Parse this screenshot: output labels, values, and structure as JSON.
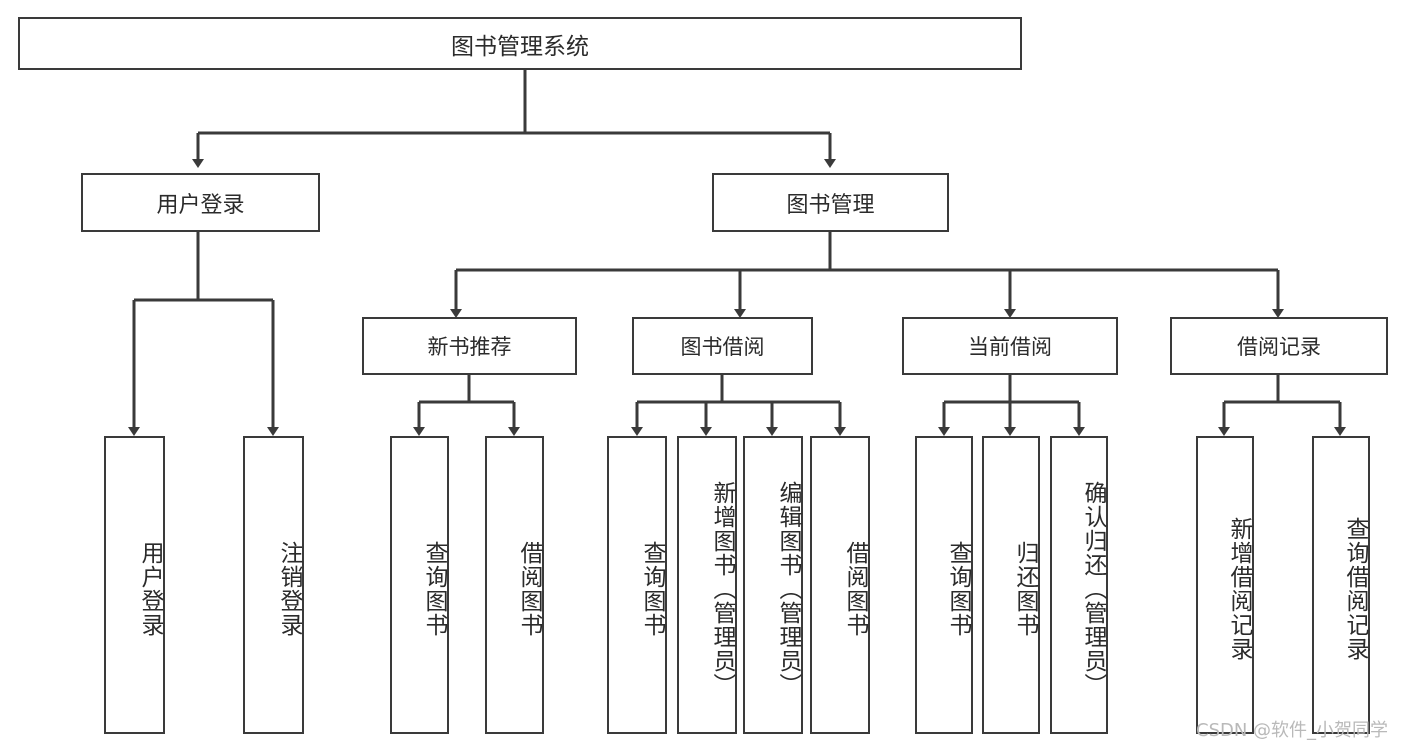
{
  "diagram": {
    "title": "图书管理系统",
    "type": "tree",
    "background": "#ffffff",
    "line_color": "#3a3a3a",
    "text_color": "#2b2b2b",
    "nodes": {
      "root": {
        "label": "图书管理系统"
      },
      "level1": [
        {
          "id": "user-login",
          "label": "用户登录"
        },
        {
          "id": "book-manage",
          "label": "图书管理"
        }
      ],
      "level2": [
        {
          "id": "new-book-recommend",
          "label": "新书推荐"
        },
        {
          "id": "book-borrow",
          "label": "图书借阅"
        },
        {
          "id": "current-borrow",
          "label": "当前借阅"
        },
        {
          "id": "borrow-record",
          "label": "借阅记录"
        }
      ],
      "leaves": {
        "user_login": [
          {
            "id": "leaf-user-login",
            "label": "用户登录"
          },
          {
            "id": "leaf-logout-login",
            "label": "注销登录"
          }
        ],
        "new_book_recommend": [
          {
            "id": "leaf-query-book-1",
            "label": "查询图书"
          },
          {
            "id": "leaf-borrow-book-1",
            "label": "借阅图书"
          }
        ],
        "book_borrow": [
          {
            "id": "leaf-query-book-2",
            "label": "查询图书"
          },
          {
            "id": "leaf-add-book-admin",
            "label": "新增图书（管理员）"
          },
          {
            "id": "leaf-edit-book-admin",
            "label": "编辑图书（管理员）"
          },
          {
            "id": "leaf-borrow-book-2",
            "label": "借阅图书"
          }
        ],
        "current_borrow": [
          {
            "id": "leaf-query-book-3",
            "label": "查询图书"
          },
          {
            "id": "leaf-return-book",
            "label": "归还图书"
          },
          {
            "id": "leaf-confirm-return-admin",
            "label": "确认归还（管理员）"
          }
        ],
        "borrow_record": [
          {
            "id": "leaf-add-borrow-record",
            "label": "新增借阅记录"
          },
          {
            "id": "leaf-query-borrow-record",
            "label": "查询借阅记录"
          }
        ]
      }
    }
  },
  "watermark": {
    "text": "CSDN @软件_小贺同学",
    "color": "#b9b9b9"
  }
}
